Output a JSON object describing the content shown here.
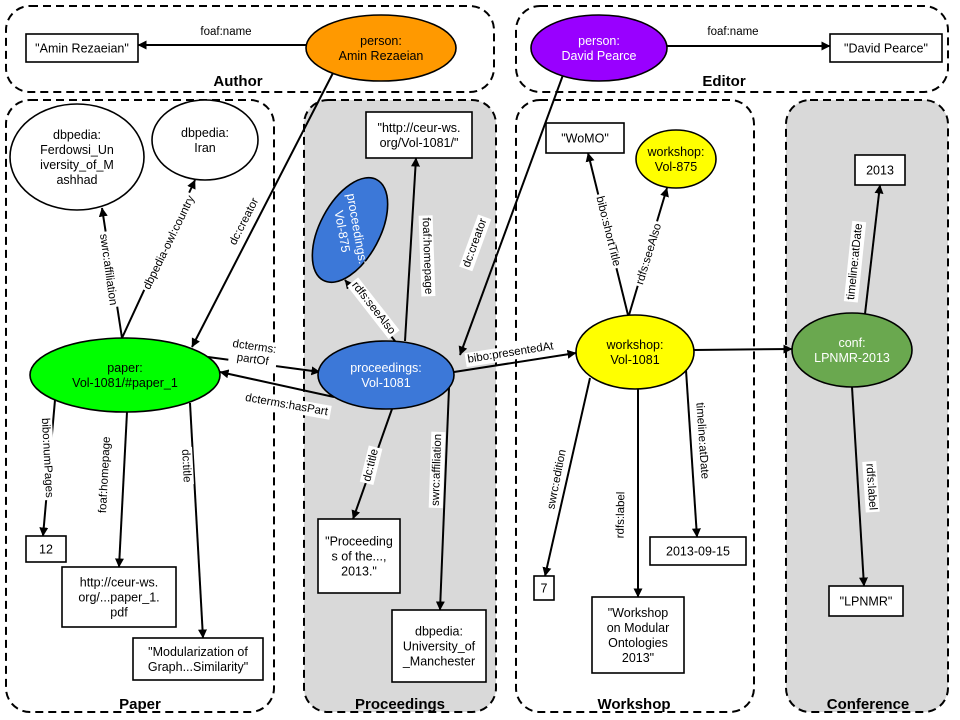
{
  "groups": [
    {
      "id": "author",
      "title": "Author"
    },
    {
      "id": "editor",
      "title": "Editor"
    },
    {
      "id": "paper",
      "title": "Paper"
    },
    {
      "id": "proceedings",
      "title": "Proceedings"
    },
    {
      "id": "workshop",
      "title": "Workshop"
    },
    {
      "id": "conference",
      "title": "Conference"
    }
  ],
  "nodes": [
    {
      "id": "person_amin",
      "kind": "resource",
      "color": "#ff9900",
      "lines": [
        "person:",
        "Amin Rezaeian"
      ]
    },
    {
      "id": "lit_amin",
      "kind": "literal",
      "lines": [
        "\"Amin Rezaeian\""
      ]
    },
    {
      "id": "person_david",
      "kind": "resource",
      "color": "#9900ff",
      "text_color": "#ffffff",
      "lines": [
        "person:",
        "David Pearce"
      ]
    },
    {
      "id": "lit_david",
      "kind": "literal",
      "lines": [
        "\"David Pearce\""
      ]
    },
    {
      "id": "ferdowsi",
      "kind": "resource",
      "color": "#ffffff",
      "lines": [
        "dbpedia:",
        "Ferdowsi_Un",
        "iversity_of_M",
        "ashhad"
      ]
    },
    {
      "id": "iran",
      "kind": "resource",
      "color": "#ffffff",
      "lines": [
        "dbpedia:",
        "Iran"
      ]
    },
    {
      "id": "paper1",
      "kind": "resource",
      "color": "#00ff00",
      "lines": [
        "paper:",
        "Vol-1081/#paper_1"
      ]
    },
    {
      "id": "lit_12",
      "kind": "literal",
      "lines": [
        "12"
      ]
    },
    {
      "id": "lit_pdf",
      "kind": "literal",
      "lines": [
        "http://ceur-ws.",
        "org/...paper_1.",
        "pdf"
      ]
    },
    {
      "id": "lit_mod",
      "kind": "literal",
      "lines": [
        "\"Modularization of",
        "Graph...Similarity\""
      ]
    },
    {
      "id": "lit_ceurvol",
      "kind": "literal",
      "lines": [
        "\"http://ceur-ws.",
        "org/Vol-1081/\""
      ]
    },
    {
      "id": "proc875",
      "kind": "resource",
      "color": "#3c78d8",
      "text_color": "#ffffff",
      "lines": [
        "proceedings:",
        "Vol-875"
      ]
    },
    {
      "id": "proc1081",
      "kind": "resource",
      "color": "#3c78d8",
      "text_color": "#ffffff",
      "lines": [
        "proceedings:",
        "Vol-1081"
      ]
    },
    {
      "id": "lit_procs",
      "kind": "literal",
      "lines": [
        "\"Proceeding",
        "s of the...,",
        "2013.\""
      ]
    },
    {
      "id": "manchester",
      "kind": "literal",
      "lines": [
        "dbpedia:",
        "University_of",
        "_Manchester"
      ]
    },
    {
      "id": "lit_womo",
      "kind": "literal",
      "lines": [
        "\"WoMO\""
      ]
    },
    {
      "id": "ws875",
      "kind": "resource",
      "color": "#ffff00",
      "lines": [
        "workshop:",
        "Vol-875"
      ]
    },
    {
      "id": "ws1081",
      "kind": "resource",
      "color": "#ffff00",
      "lines": [
        "workshop:",
        "Vol-1081"
      ]
    },
    {
      "id": "lit_7",
      "kind": "literal",
      "lines": [
        "7"
      ]
    },
    {
      "id": "lit_wsmo",
      "kind": "literal",
      "lines": [
        "\"Workshop",
        "on Modular",
        "Ontologies",
        "2013\""
      ]
    },
    {
      "id": "lit_date",
      "kind": "literal",
      "lines": [
        "2013-09-15"
      ]
    },
    {
      "id": "lit_2013",
      "kind": "literal",
      "lines": [
        "2013"
      ]
    },
    {
      "id": "conf",
      "kind": "resource",
      "color": "#6aa84f",
      "text_color": "#ffffff",
      "lines": [
        "conf:",
        "LPNMR-2013"
      ]
    },
    {
      "id": "lit_lpnmr",
      "kind": "literal",
      "lines": [
        "\"LPNMR\""
      ]
    }
  ],
  "edges": [
    {
      "from": "person_amin",
      "to": "lit_amin",
      "label": "foaf:name"
    },
    {
      "from": "person_david",
      "to": "lit_david",
      "label": "foaf:name"
    },
    {
      "from": "person_amin",
      "to": "paper1",
      "label": "dc:creator"
    },
    {
      "from": "person_david",
      "to": "proc1081",
      "label": "dc:creator"
    },
    {
      "from": "paper1",
      "to": "ferdowsi",
      "label": "swrc:affiliation"
    },
    {
      "from": "paper1",
      "to": "iran",
      "label": "dbpedia-owl:country"
    },
    {
      "from": "paper1",
      "to": "lit_12",
      "label": "bibo:numPages"
    },
    {
      "from": "paper1",
      "to": "lit_pdf",
      "label": "foaf:homepage"
    },
    {
      "from": "paper1",
      "to": "lit_mod",
      "label": "dc:title"
    },
    {
      "from": "paper1",
      "to": "proc1081",
      "label": "dcterms:\npartOf"
    },
    {
      "from": "proc1081",
      "to": "paper1",
      "label": "dcterms:hasPart"
    },
    {
      "from": "proc1081",
      "to": "proc875",
      "label": "rdfs:seeAlso"
    },
    {
      "from": "proc1081",
      "to": "lit_ceurvol",
      "label": "foaf:homepage"
    },
    {
      "from": "proc1081",
      "to": "lit_procs",
      "label": "dc:title"
    },
    {
      "from": "proc1081",
      "to": "manchester",
      "label": "swrc:affiliation"
    },
    {
      "from": "proc1081",
      "to": "ws1081",
      "label": "bibo:presentedAt"
    },
    {
      "from": "ws1081",
      "to": "lit_womo",
      "label": "bibo:shortTitle"
    },
    {
      "from": "ws1081",
      "to": "ws875",
      "label": "rdfs:seeAlso"
    },
    {
      "from": "ws1081",
      "to": "lit_7",
      "label": "swrc:edition"
    },
    {
      "from": "ws1081",
      "to": "lit_wsmo",
      "label": "rdfs:label"
    },
    {
      "from": "ws1081",
      "to": "lit_date",
      "label": "timeline:atDate"
    },
    {
      "from": "ws1081",
      "to": "conf",
      "label": ""
    },
    {
      "from": "conf",
      "to": "lit_2013",
      "label": "timeline:atDate"
    },
    {
      "from": "conf",
      "to": "lit_lpnmr",
      "label": "rdfs:label"
    }
  ]
}
